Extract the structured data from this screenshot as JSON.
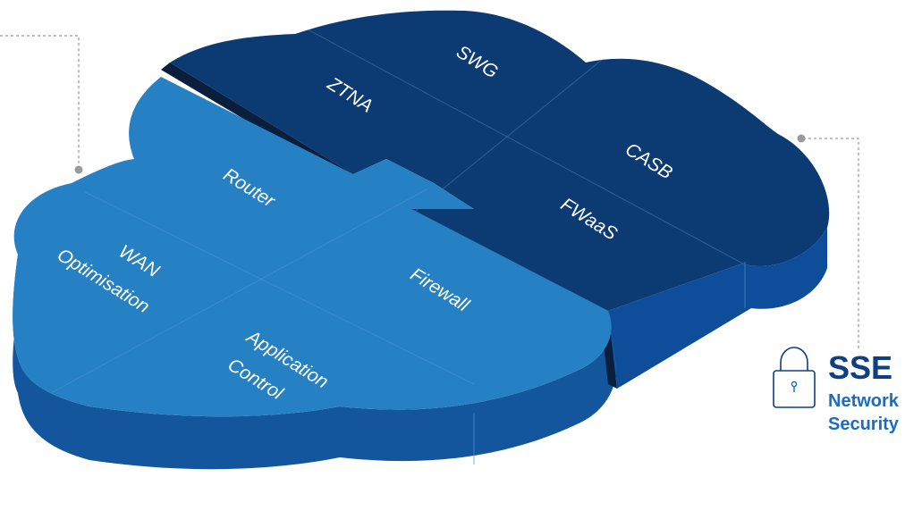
{
  "colors": {
    "light_top": "#2581c4",
    "light_side": "#13569e",
    "dark_top": "#0c3a72",
    "dark_side": "#0d4d9a",
    "seam": "#0a1f3e",
    "divider": "#4a8fd0",
    "connector": "#9a9a9a",
    "accent_text": "#1b6cc0",
    "title_text": "#0e3f82"
  },
  "segments": {
    "ztna": "ZTNA",
    "swg": "SWG",
    "casb": "CASB",
    "fwaas": "FWaaS",
    "router": "Router",
    "wan_line1": "WAN",
    "wan_line2": "Optimisation",
    "firewall": "Firewall",
    "app_line1": "Application",
    "app_line2": "Control"
  },
  "legend": {
    "icon": "lock-icon",
    "title": "SSE",
    "line1": "Network",
    "line2": "Security"
  }
}
